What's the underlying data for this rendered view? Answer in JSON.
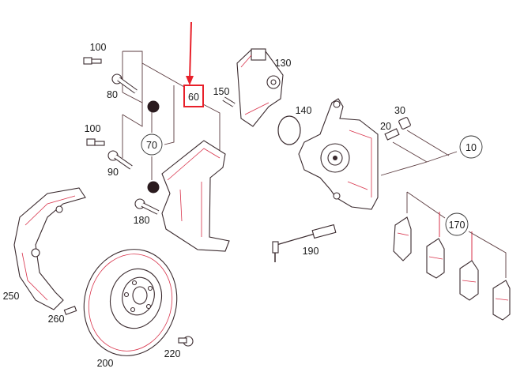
{
  "diagram": {
    "title": "Front brake assembly exploded view",
    "highlighted_part": "60",
    "highlight_color": "#e8202a",
    "labels": {
      "p100a": "100",
      "p80": "80",
      "p60": "60",
      "p150": "150",
      "p130": "130",
      "p140": "140",
      "p30": "30",
      "p20": "20",
      "p10": "10",
      "p100b": "100",
      "p70": "70",
      "p90": "90",
      "p180": "180",
      "p170": "170",
      "p190": "190",
      "p250": "250",
      "p260": "260",
      "p200": "200",
      "p220": "220"
    }
  }
}
